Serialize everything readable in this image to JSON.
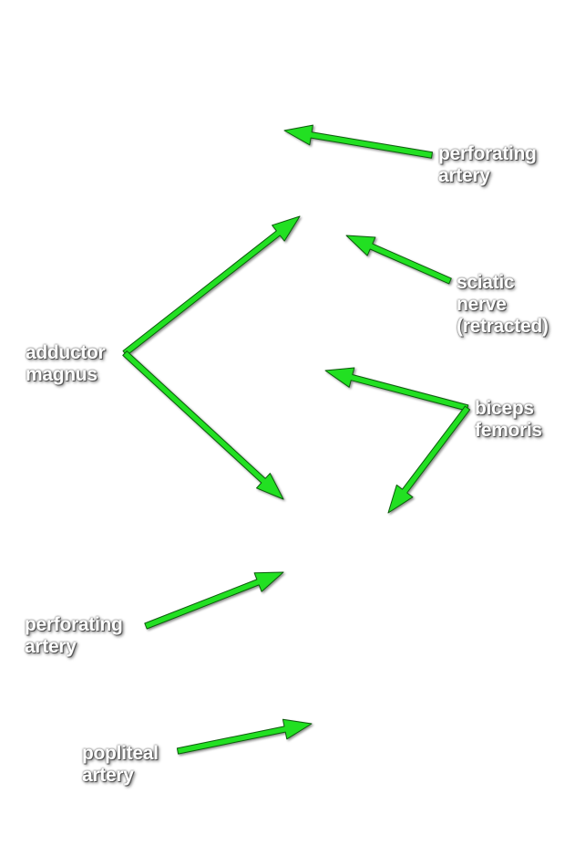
{
  "colors": {
    "arrow": "#22e022",
    "arrow_outline": "#0c5a0c",
    "label_text": "#ffffff",
    "label_shadow": "#444444"
  },
  "labels": {
    "perforating_top": [
      "perforating",
      "artery"
    ],
    "sciatic": [
      "sciatic",
      "nerve",
      "(retracted)"
    ],
    "adductor": [
      "adductor",
      "magnus"
    ],
    "biceps": [
      "biceps",
      "femoris"
    ],
    "perforating_bottom": [
      "perforating",
      "artery"
    ],
    "popliteal": [
      "popliteal",
      "artery"
    ]
  }
}
